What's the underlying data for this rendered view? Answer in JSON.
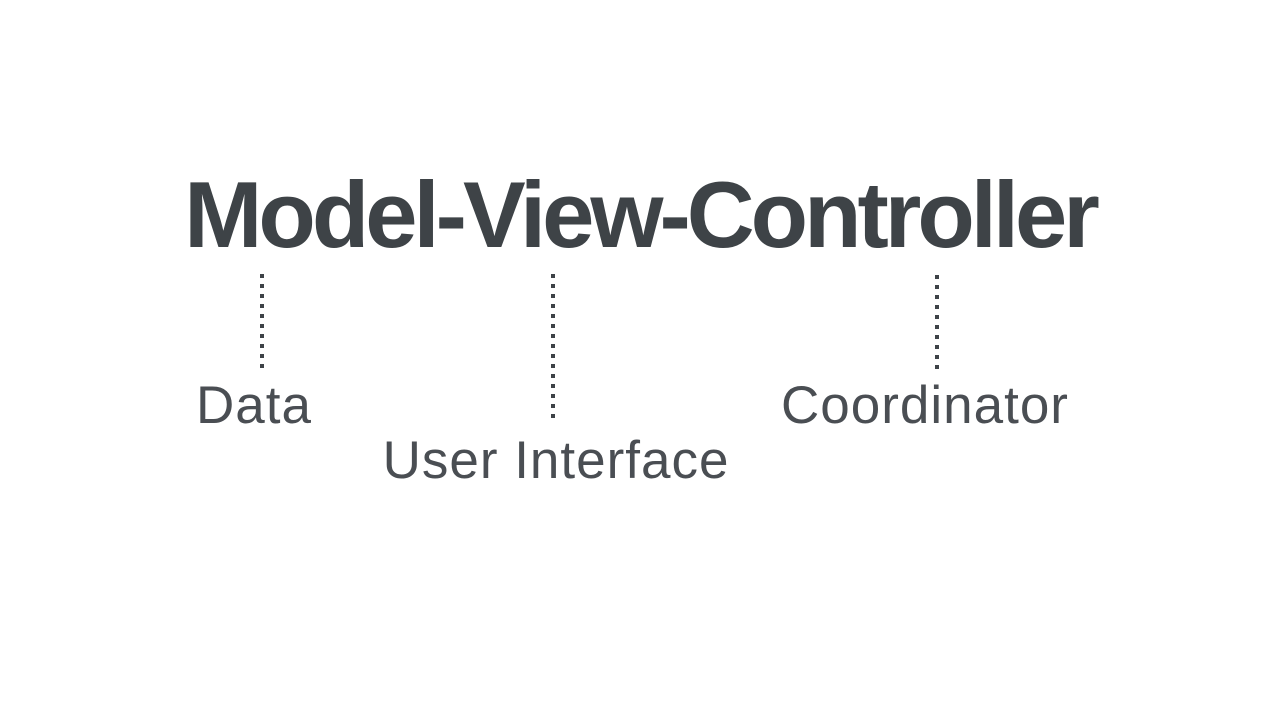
{
  "slide": {
    "title": "Model-View-Controller",
    "annotations": [
      {
        "points_to": "Model",
        "label": "Data"
      },
      {
        "points_to": "View",
        "label": "User Interface"
      },
      {
        "points_to": "Controller",
        "label": "Coordinator"
      }
    ]
  },
  "colors": {
    "background": "#ffffff",
    "title_text": "#3e4347",
    "label_text": "#4a4e53",
    "connector": "#3e4347"
  }
}
